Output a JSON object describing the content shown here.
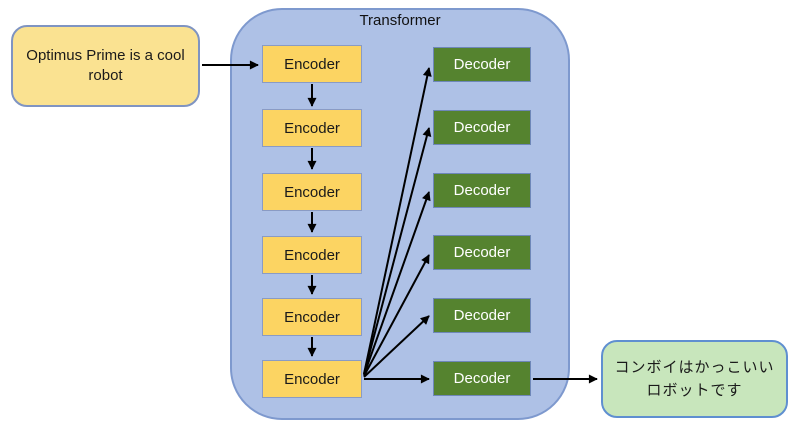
{
  "diagram": {
    "title": "Transformer",
    "input_box": {
      "text": "Optimus Prime is a cool robot"
    },
    "output_box": {
      "text": "コンボイはかっこいいロボットです"
    },
    "encoders": [
      "Encoder",
      "Encoder",
      "Encoder",
      "Encoder",
      "Encoder",
      "Encoder"
    ],
    "decoders": [
      "Decoder",
      "Decoder",
      "Decoder",
      "Decoder",
      "Decoder",
      "Decoder"
    ]
  },
  "colors": {
    "container_fill": "#AEC1E6",
    "container_border": "#7E99CE",
    "encoder_fill": "#FCD462",
    "decoder_fill": "#55832F",
    "input_fill": "#FAE291",
    "output_fill": "#C8E6BC",
    "output_border": "#5F8FD0",
    "arrow": "#000000"
  }
}
